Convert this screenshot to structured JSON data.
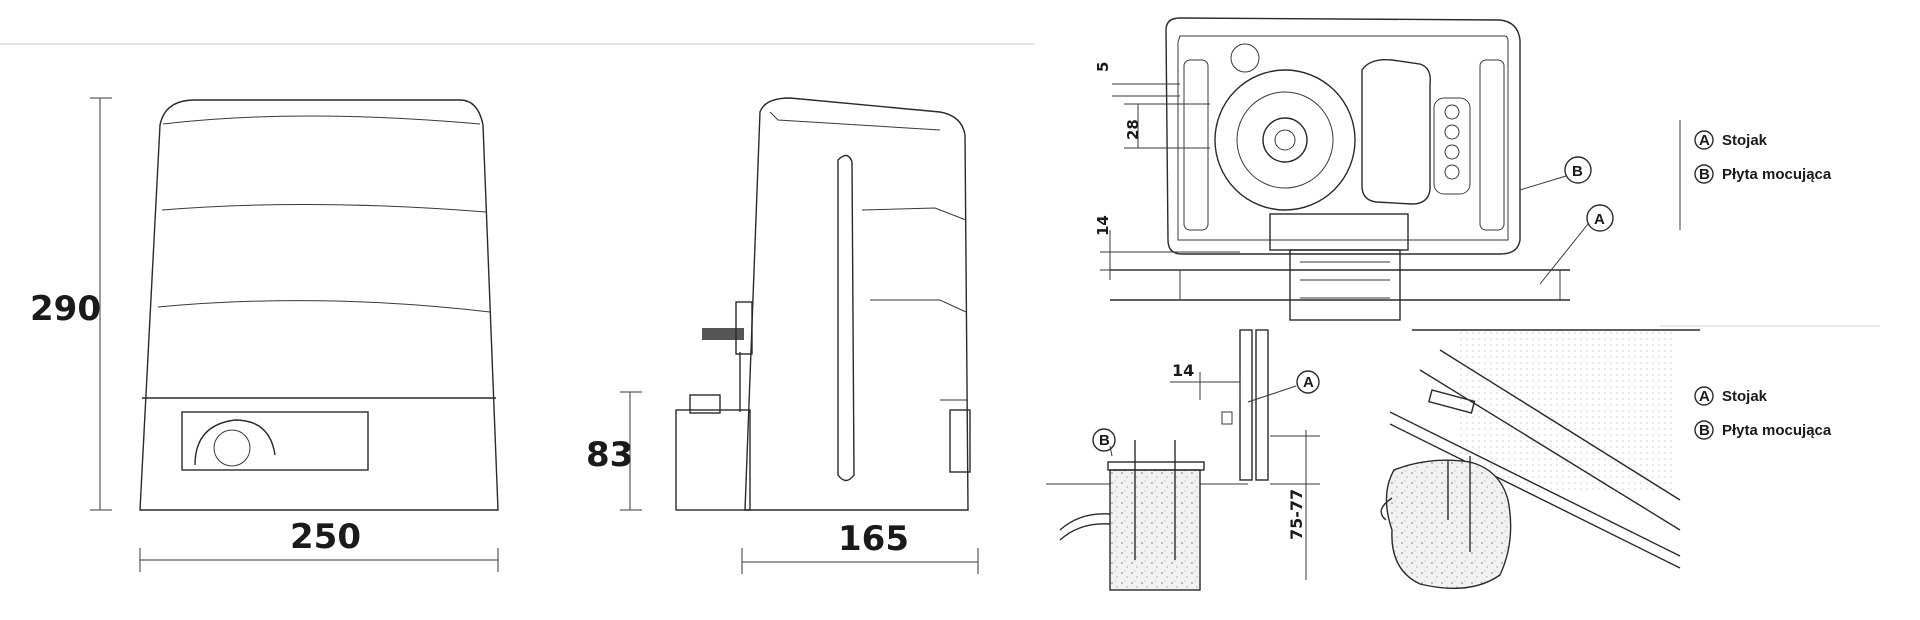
{
  "front_view": {
    "height_dim": "290",
    "width_dim": "250"
  },
  "side_view": {
    "height_dim": "83",
    "depth_dim": "165"
  },
  "top_view": {
    "dim_5": "5",
    "dim_28": "28",
    "dim_14": "14",
    "label_b": "B",
    "label_a": "A"
  },
  "section_view": {
    "dim_14": "14",
    "dim_range": "75-77",
    "label_a": "A",
    "label_b": "B"
  },
  "legend_top": {
    "items": [
      {
        "letter": "A",
        "text": "Stojak"
      },
      {
        "letter": "B",
        "text": "Płyta mocująca"
      }
    ]
  },
  "legend_bottom": {
    "items": [
      {
        "letter": "A",
        "text": "Stojak"
      },
      {
        "letter": "B",
        "text": "Płyta mocująca"
      }
    ]
  }
}
